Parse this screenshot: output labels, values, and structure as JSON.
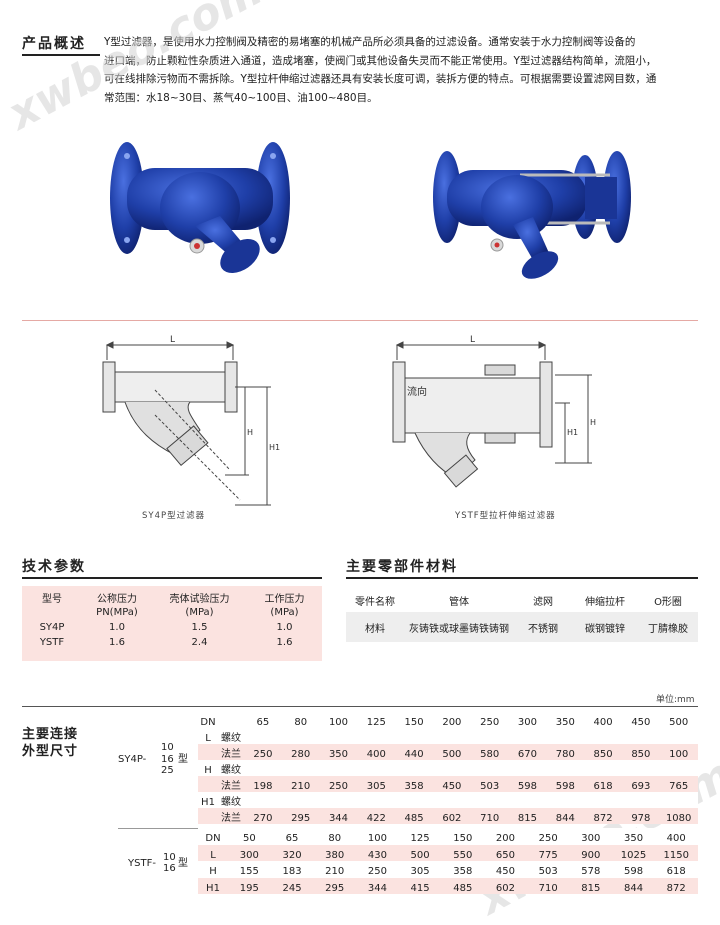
{
  "overview": {
    "title": "产品概述",
    "lines": [
      "Y型过滤器，是使用水力控制阀及精密的易堵塞的机械产品所必须具备的过滤设备。通常安装于水力控制阀等设备的",
      "进口端，防止颗粒性杂质进入通道，造成堵塞，使阀门或其他设备失灵而不能正常使用。Y型过滤器结构简单，流阻小，",
      "可在线排除污物而不需拆除。Y型拉杆伸缩过滤器还具有安装长度可调，装拆方便的特点。可根据需要设置滤网目数，通",
      "常范围：水18~30目、蒸气40~100目、油100~480目。"
    ]
  },
  "watermark": "xwbeo.com",
  "diagrams": {
    "left_caption": "SY4P型过滤器",
    "right_caption": "YSTF型拉杆伸缩过滤器",
    "left_L": "L",
    "left_H": "H",
    "left_H1": "H1",
    "right_L": "L",
    "right_H": "H",
    "right_H1": "H1",
    "flow_label": "流向"
  },
  "tech": {
    "title": "技术参数",
    "headers": [
      [
        "型号",
        ""
      ],
      [
        "公称压力",
        "PN(MPa)"
      ],
      [
        "壳体试验压力",
        "(MPa)"
      ],
      [
        "工作压力",
        "(MPa)"
      ]
    ],
    "rows": [
      [
        "SY4P",
        "1.0",
        "1.5",
        "1.0"
      ],
      [
        "YSTF",
        "1.6",
        "2.4",
        "1.6"
      ]
    ]
  },
  "parts": {
    "title": "主要零部件材料",
    "headers": [
      "零件名称",
      "管体",
      "滤网",
      "伸缩拉杆",
      "O形圈"
    ],
    "row": [
      "材料",
      "灰铸铁或球墨铸铁铸钢",
      "不锈钢",
      "碳钢镀锌",
      "丁腈橡胶"
    ]
  },
  "dimensions": {
    "unit": "单位:mm",
    "title_line1": "主要连接",
    "title_line2": "外型尺寸",
    "sy4p": {
      "model_a": "SY4P-",
      "model_b": "10",
      "model_c": "16",
      "model_d": "25",
      "model_e": "型",
      "dn_label": "DN",
      "dn": [
        "65",
        "80",
        "100",
        "125",
        "150",
        "200",
        "250",
        "300",
        "350",
        "400",
        "450",
        "500"
      ],
      "L_label": "L",
      "H_label": "H",
      "H1_label": "H1",
      "thread": "螺纹",
      "flange": "法兰",
      "L_flange": [
        "250",
        "280",
        "350",
        "400",
        "440",
        "500",
        "580",
        "670",
        "780",
        "850",
        "850",
        "100"
      ],
      "H_flange": [
        "198",
        "210",
        "250",
        "305",
        "358",
        "450",
        "503",
        "598",
        "598",
        "618",
        "693",
        "765"
      ],
      "H1_flange": [
        "270",
        "295",
        "344",
        "422",
        "485",
        "602",
        "710",
        "815",
        "844",
        "872",
        "978",
        "1080"
      ]
    },
    "ystf": {
      "model_a": "YSTF-",
      "model_b": "10",
      "model_c": "16",
      "model_e": "型",
      "labels": [
        "DN",
        "L",
        "H",
        "H1"
      ],
      "rows": [
        [
          "50",
          "65",
          "80",
          "100",
          "125",
          "150",
          "200",
          "250",
          "300",
          "350",
          "400"
        ],
        [
          "300",
          "320",
          "380",
          "430",
          "500",
          "550",
          "650",
          "775",
          "900",
          "1025",
          "1150"
        ],
        [
          "155",
          "183",
          "210",
          "250",
          "305",
          "358",
          "450",
          "503",
          "578",
          "598",
          "618"
        ],
        [
          "195",
          "245",
          "295",
          "344",
          "415",
          "485",
          "602",
          "710",
          "815",
          "844",
          "872"
        ]
      ]
    }
  },
  "colors": {
    "valve_blue": "#1f3fa8",
    "pink_row": "#fbe3e0",
    "red_line": "#e5a9a4"
  }
}
